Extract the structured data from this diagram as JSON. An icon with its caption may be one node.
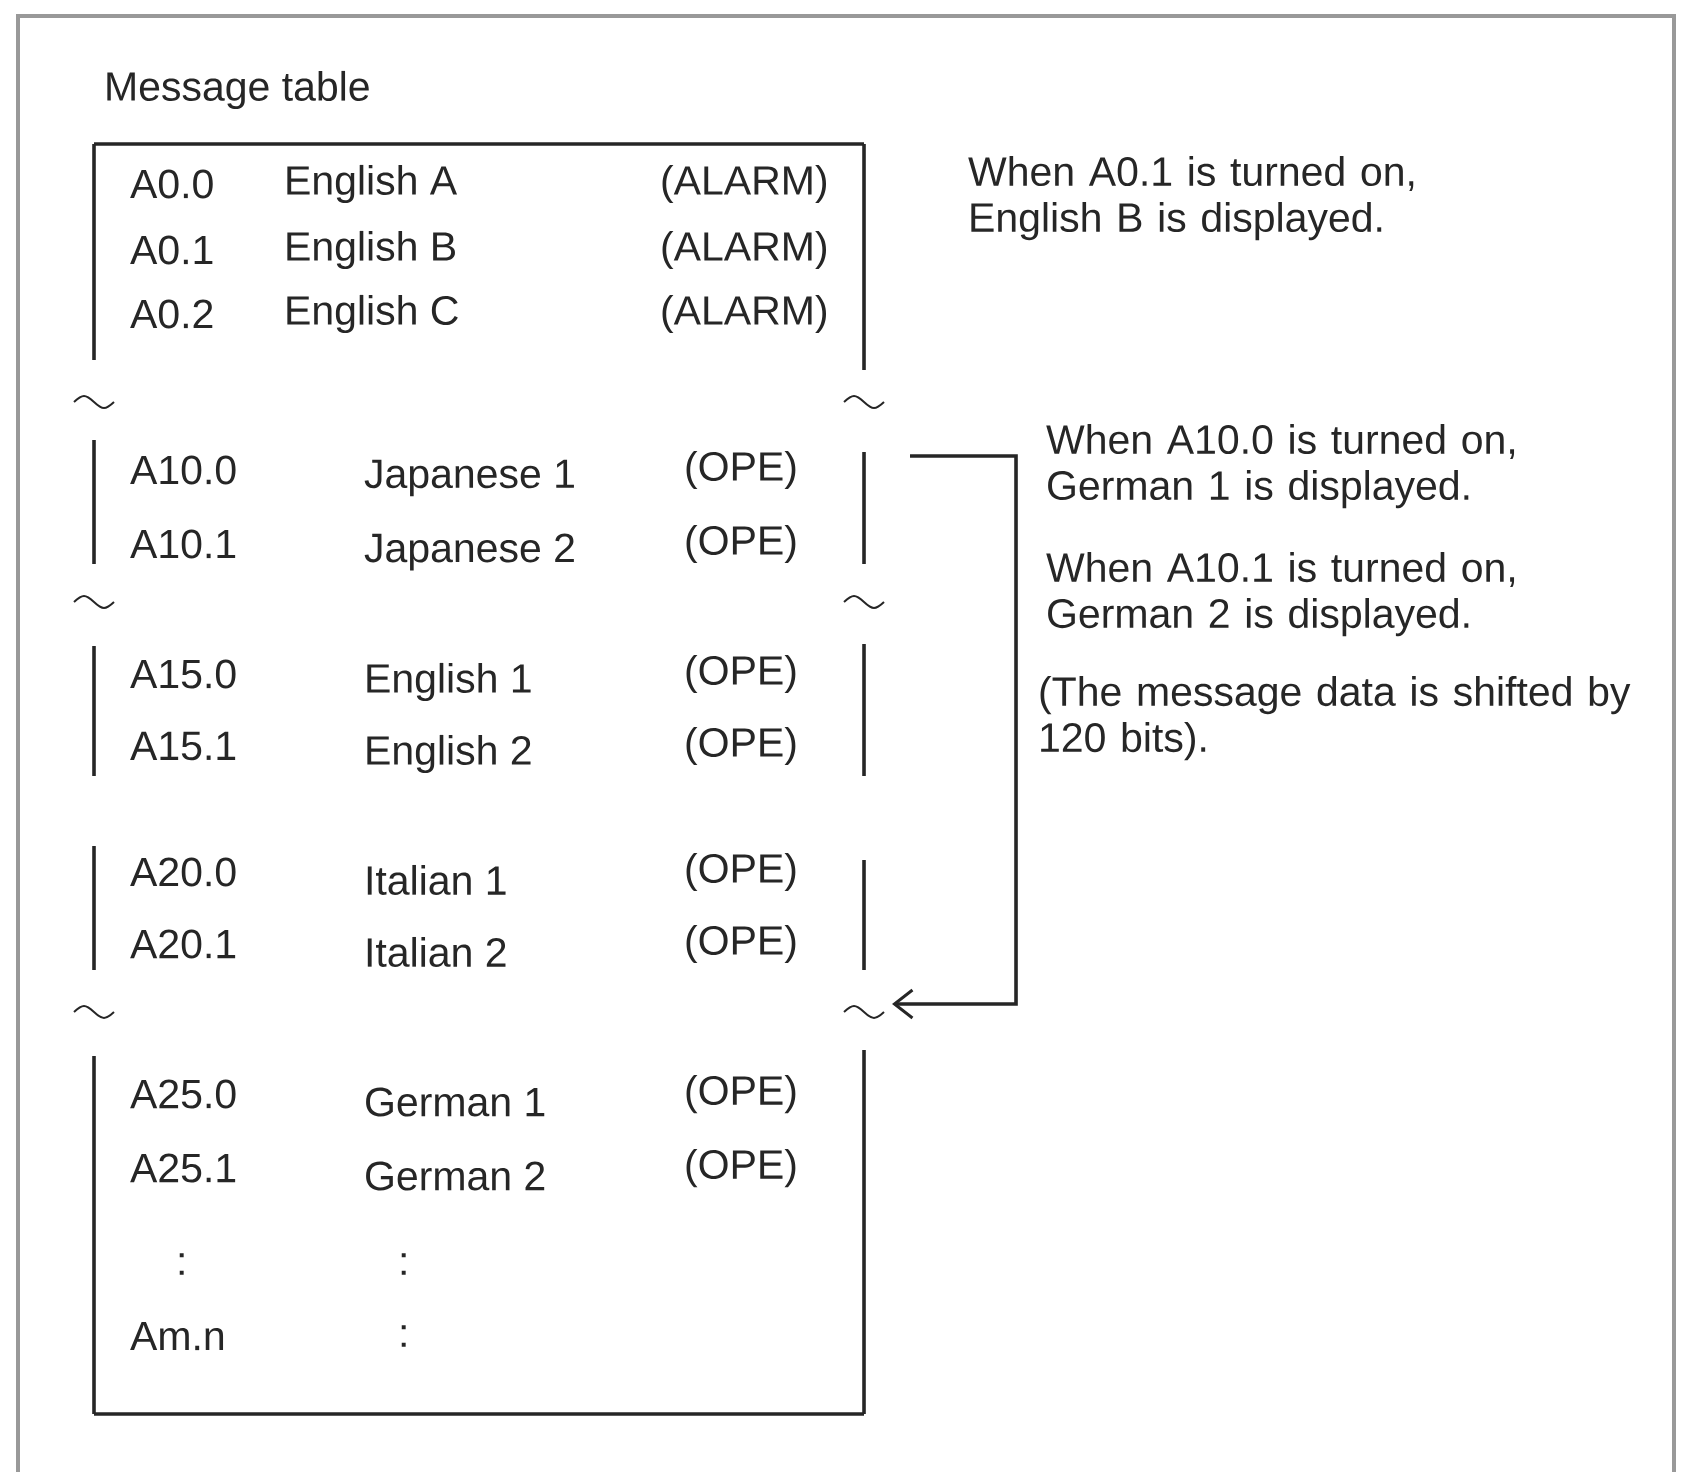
{
  "diagram": {
    "nodes": [
      {
        "text": [
          "Message table"
        ]
      },
      {
        "text": [
          "A0.0",
          "English A",
          "(ALARM)",
          "A0.1",
          "English B",
          "(ALARM)",
          "A0.2",
          "English C",
          "(ALARM)"
        ],
        "in": 0
      },
      {
        "text": [
          "A10.0",
          "Japanese 1",
          "(OPE)",
          "A10.1",
          "Japanese 2",
          "(OPE)"
        ],
        "in": 0
      },
      {
        "text": [
          "A15.0",
          "English 1",
          "(OPE)",
          "A15.1",
          "English 2",
          "(OPE)"
        ],
        "in": 0
      },
      {
        "text": [
          "A20.0",
          "Italian 1",
          "(OPE)",
          "A20.1",
          "Italian 2",
          "(OPE)"
        ],
        "in": 0
      },
      {
        "text": [
          "A25.0",
          "German 1",
          "(OPE)",
          "A25.1",
          "German 2",
          "(OPE)",
          ":",
          ":",
          "Am.n",
          ":"
        ],
        "in": 0
      }
    ],
    "edges": [
      {
        "from": 2,
        "to": 5,
        "arrow": "to"
      }
    ],
    "labels": [
      "When A0.1 is turned on, English B is displayed.",
      "When A10.0 is turned on, German 1 is displayed.",
      "When A10.1 is turned on, German 2 is displayed.",
      "(The message data is shifted by 120 bits)."
    ]
  }
}
